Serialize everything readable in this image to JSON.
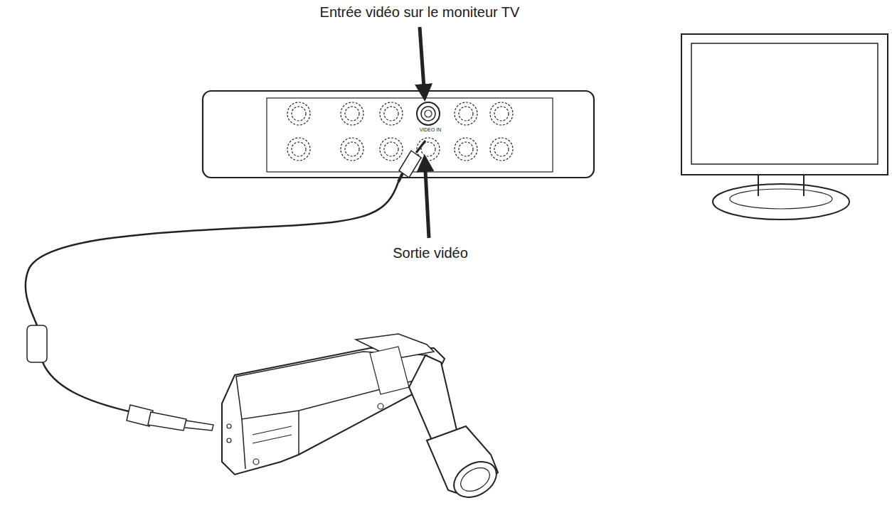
{
  "diagram": {
    "labels": [
      "Entrée vidéo sur le moniteur TV",
      "VIDEO IN",
      "Sortie vidéo"
    ]
  }
}
